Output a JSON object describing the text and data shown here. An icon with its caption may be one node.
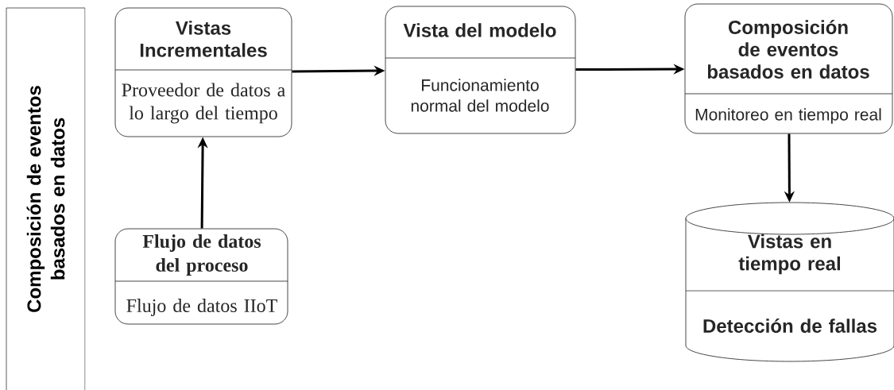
{
  "diagram": {
    "nodes": [
      {
        "text": [
          "Composición de eventos basados en datos"
        ]
      },
      {
        "text": [
          "Vistas Incrementales",
          "Proveedor de datos a lo largo del tiempo"
        ]
      },
      {
        "text": [
          "Vista del modelo",
          "Funcionamiento normal del modelo"
        ]
      },
      {
        "text": [
          "Composición de eventos basados en datos",
          "Monitoreo en tiempo real"
        ]
      },
      {
        "text": [
          "Flujo de datos del proceso",
          "Flujo de datos IIoT"
        ]
      },
      {
        "text": [
          "Vistas en tiempo real",
          "Detección de fallas"
        ]
      }
    ],
    "edges": [
      {
        "from": 4,
        "to": 1,
        "arrow": "to"
      },
      {
        "from": 1,
        "to": 2,
        "arrow": "to"
      },
      {
        "from": 2,
        "to": 3,
        "arrow": "to"
      },
      {
        "from": 3,
        "to": 5,
        "arrow": "to"
      }
    ]
  }
}
